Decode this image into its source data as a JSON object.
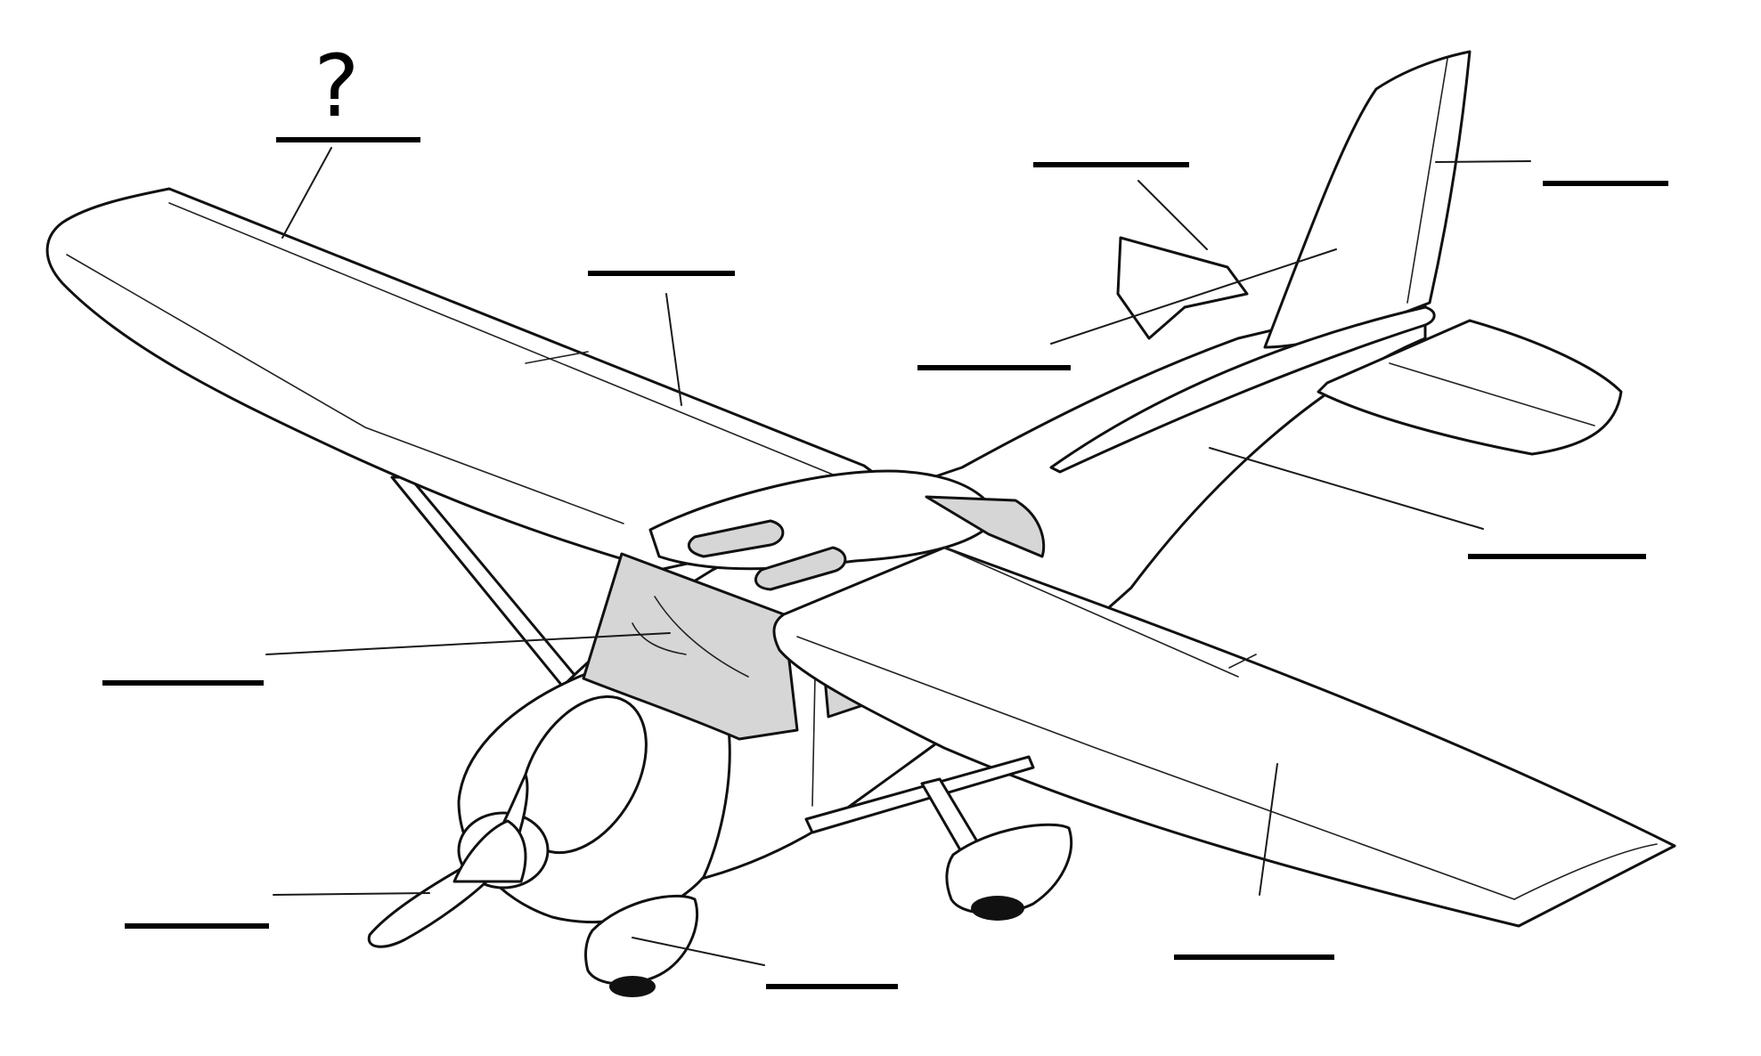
{
  "diagram": {
    "question_mark": "?",
    "labels": [
      {
        "id": "wing",
        "text": "?",
        "answer_visible": false
      },
      {
        "id": "aileron",
        "text": "",
        "answer_visible": false
      },
      {
        "id": "elevator",
        "text": "",
        "answer_visible": false
      },
      {
        "id": "vertical-stabilizer",
        "text": "",
        "answer_visible": false
      },
      {
        "id": "rudder",
        "text": "",
        "answer_visible": false
      },
      {
        "id": "horizontal-stabilizer",
        "text": "",
        "answer_visible": false
      },
      {
        "id": "cockpit",
        "text": "",
        "answer_visible": false
      },
      {
        "id": "propeller",
        "text": "",
        "answer_visible": false
      },
      {
        "id": "landing-gear",
        "text": "",
        "answer_visible": false
      },
      {
        "id": "flap",
        "text": "",
        "answer_visible": false
      }
    ]
  },
  "colors": {
    "line": "#111111",
    "glass": "#d6d6d6",
    "background": "#ffffff"
  }
}
